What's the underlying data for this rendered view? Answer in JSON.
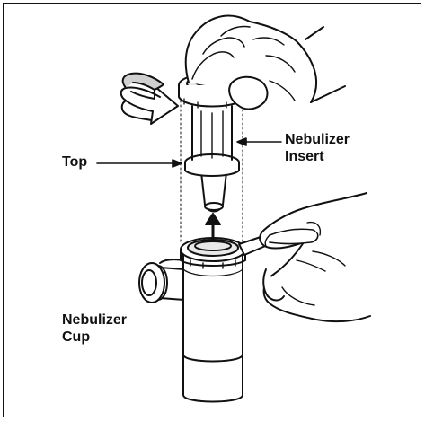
{
  "labels": {
    "top": "Top",
    "insert": [
      "Nebulizer",
      "Insert"
    ],
    "cup": [
      "Nebulizer",
      "Cup"
    ]
  },
  "icons": [
    "rotate-arrow-icon",
    "upward-arrow-icon"
  ],
  "colors": {
    "line": "#111111",
    "fill": "#ffffff",
    "shade": "#d9d9d9"
  }
}
